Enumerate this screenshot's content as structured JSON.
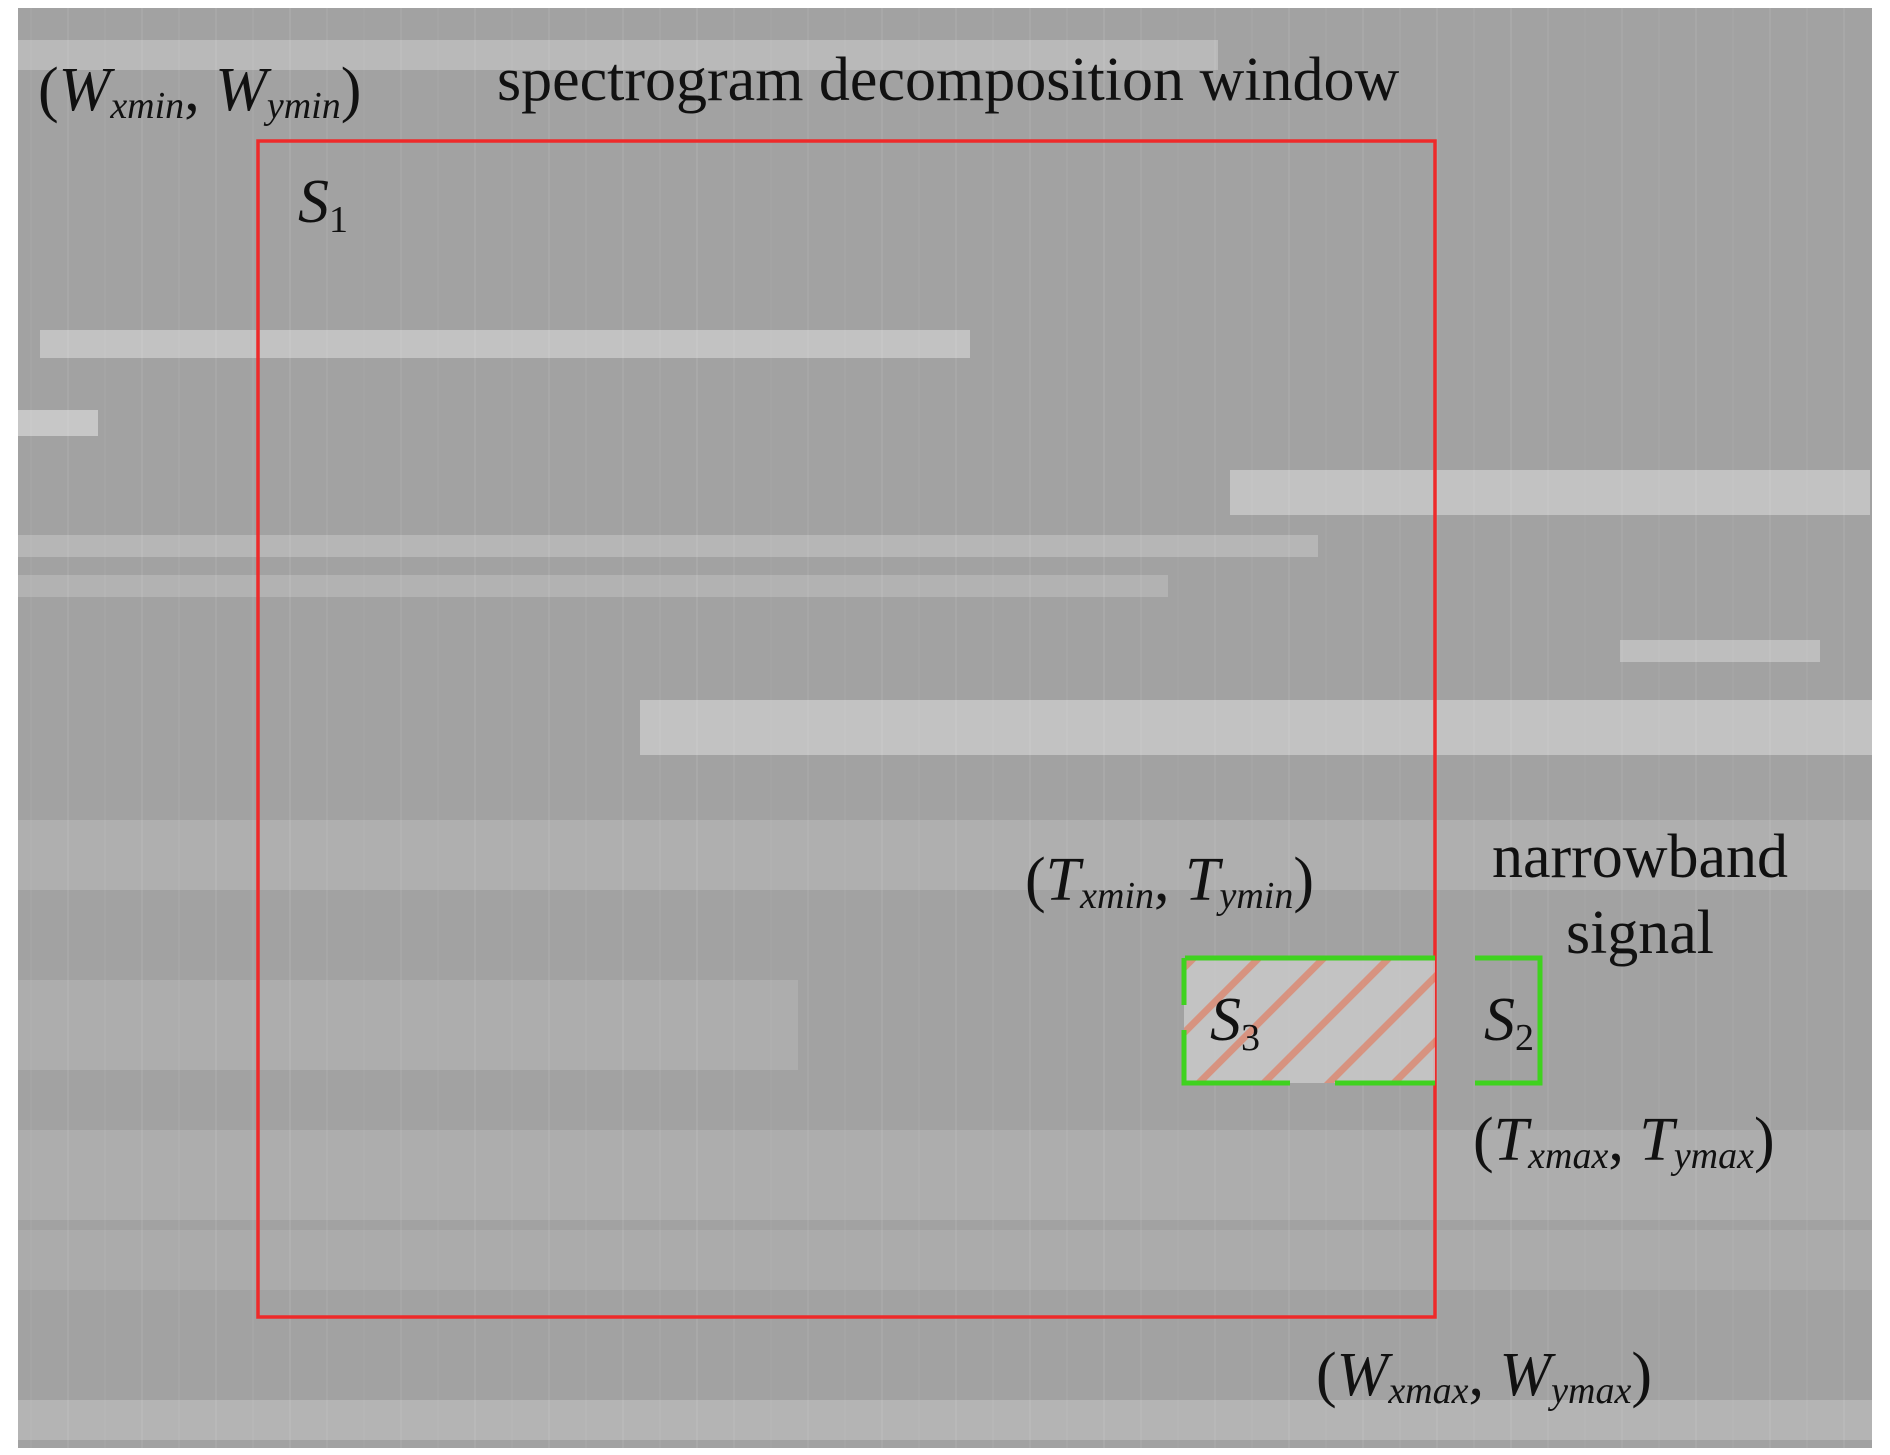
{
  "title": "spectrogram decomposition window",
  "labels": {
    "window_min": {
      "open": "(",
      "v1": "W",
      "s1": "xmin",
      "sep": ", ",
      "v2": "W",
      "s2": "ymin",
      "close": ")"
    },
    "window_max": {
      "open": "(",
      "v1": "W",
      "s1": "xmax",
      "sep": ", ",
      "v2": "W",
      "s2": "ymax",
      "close": ")"
    },
    "target_min": {
      "open": "(",
      "v1": "T",
      "s1": "xmin",
      "sep": ", ",
      "v2": "T",
      "s2": "ymin",
      "close": ")"
    },
    "target_max": {
      "open": "(",
      "v1": "T",
      "s1": "xmax",
      "sep": ", ",
      "v2": "T",
      "s2": "ymax",
      "close": ")"
    },
    "s1": {
      "v": "S",
      "s": "1"
    },
    "s2": {
      "v": "S",
      "s": "2"
    },
    "s3": {
      "v": "S",
      "s": "3"
    },
    "narrowband_line1": "narrowband",
    "narrowband_line2": "signal"
  },
  "colors": {
    "window_box": "#ee2a2a",
    "signal_box": "#3fd21f",
    "hatch": "#e0907a",
    "spectrogram_background": "#a2a2a2"
  }
}
